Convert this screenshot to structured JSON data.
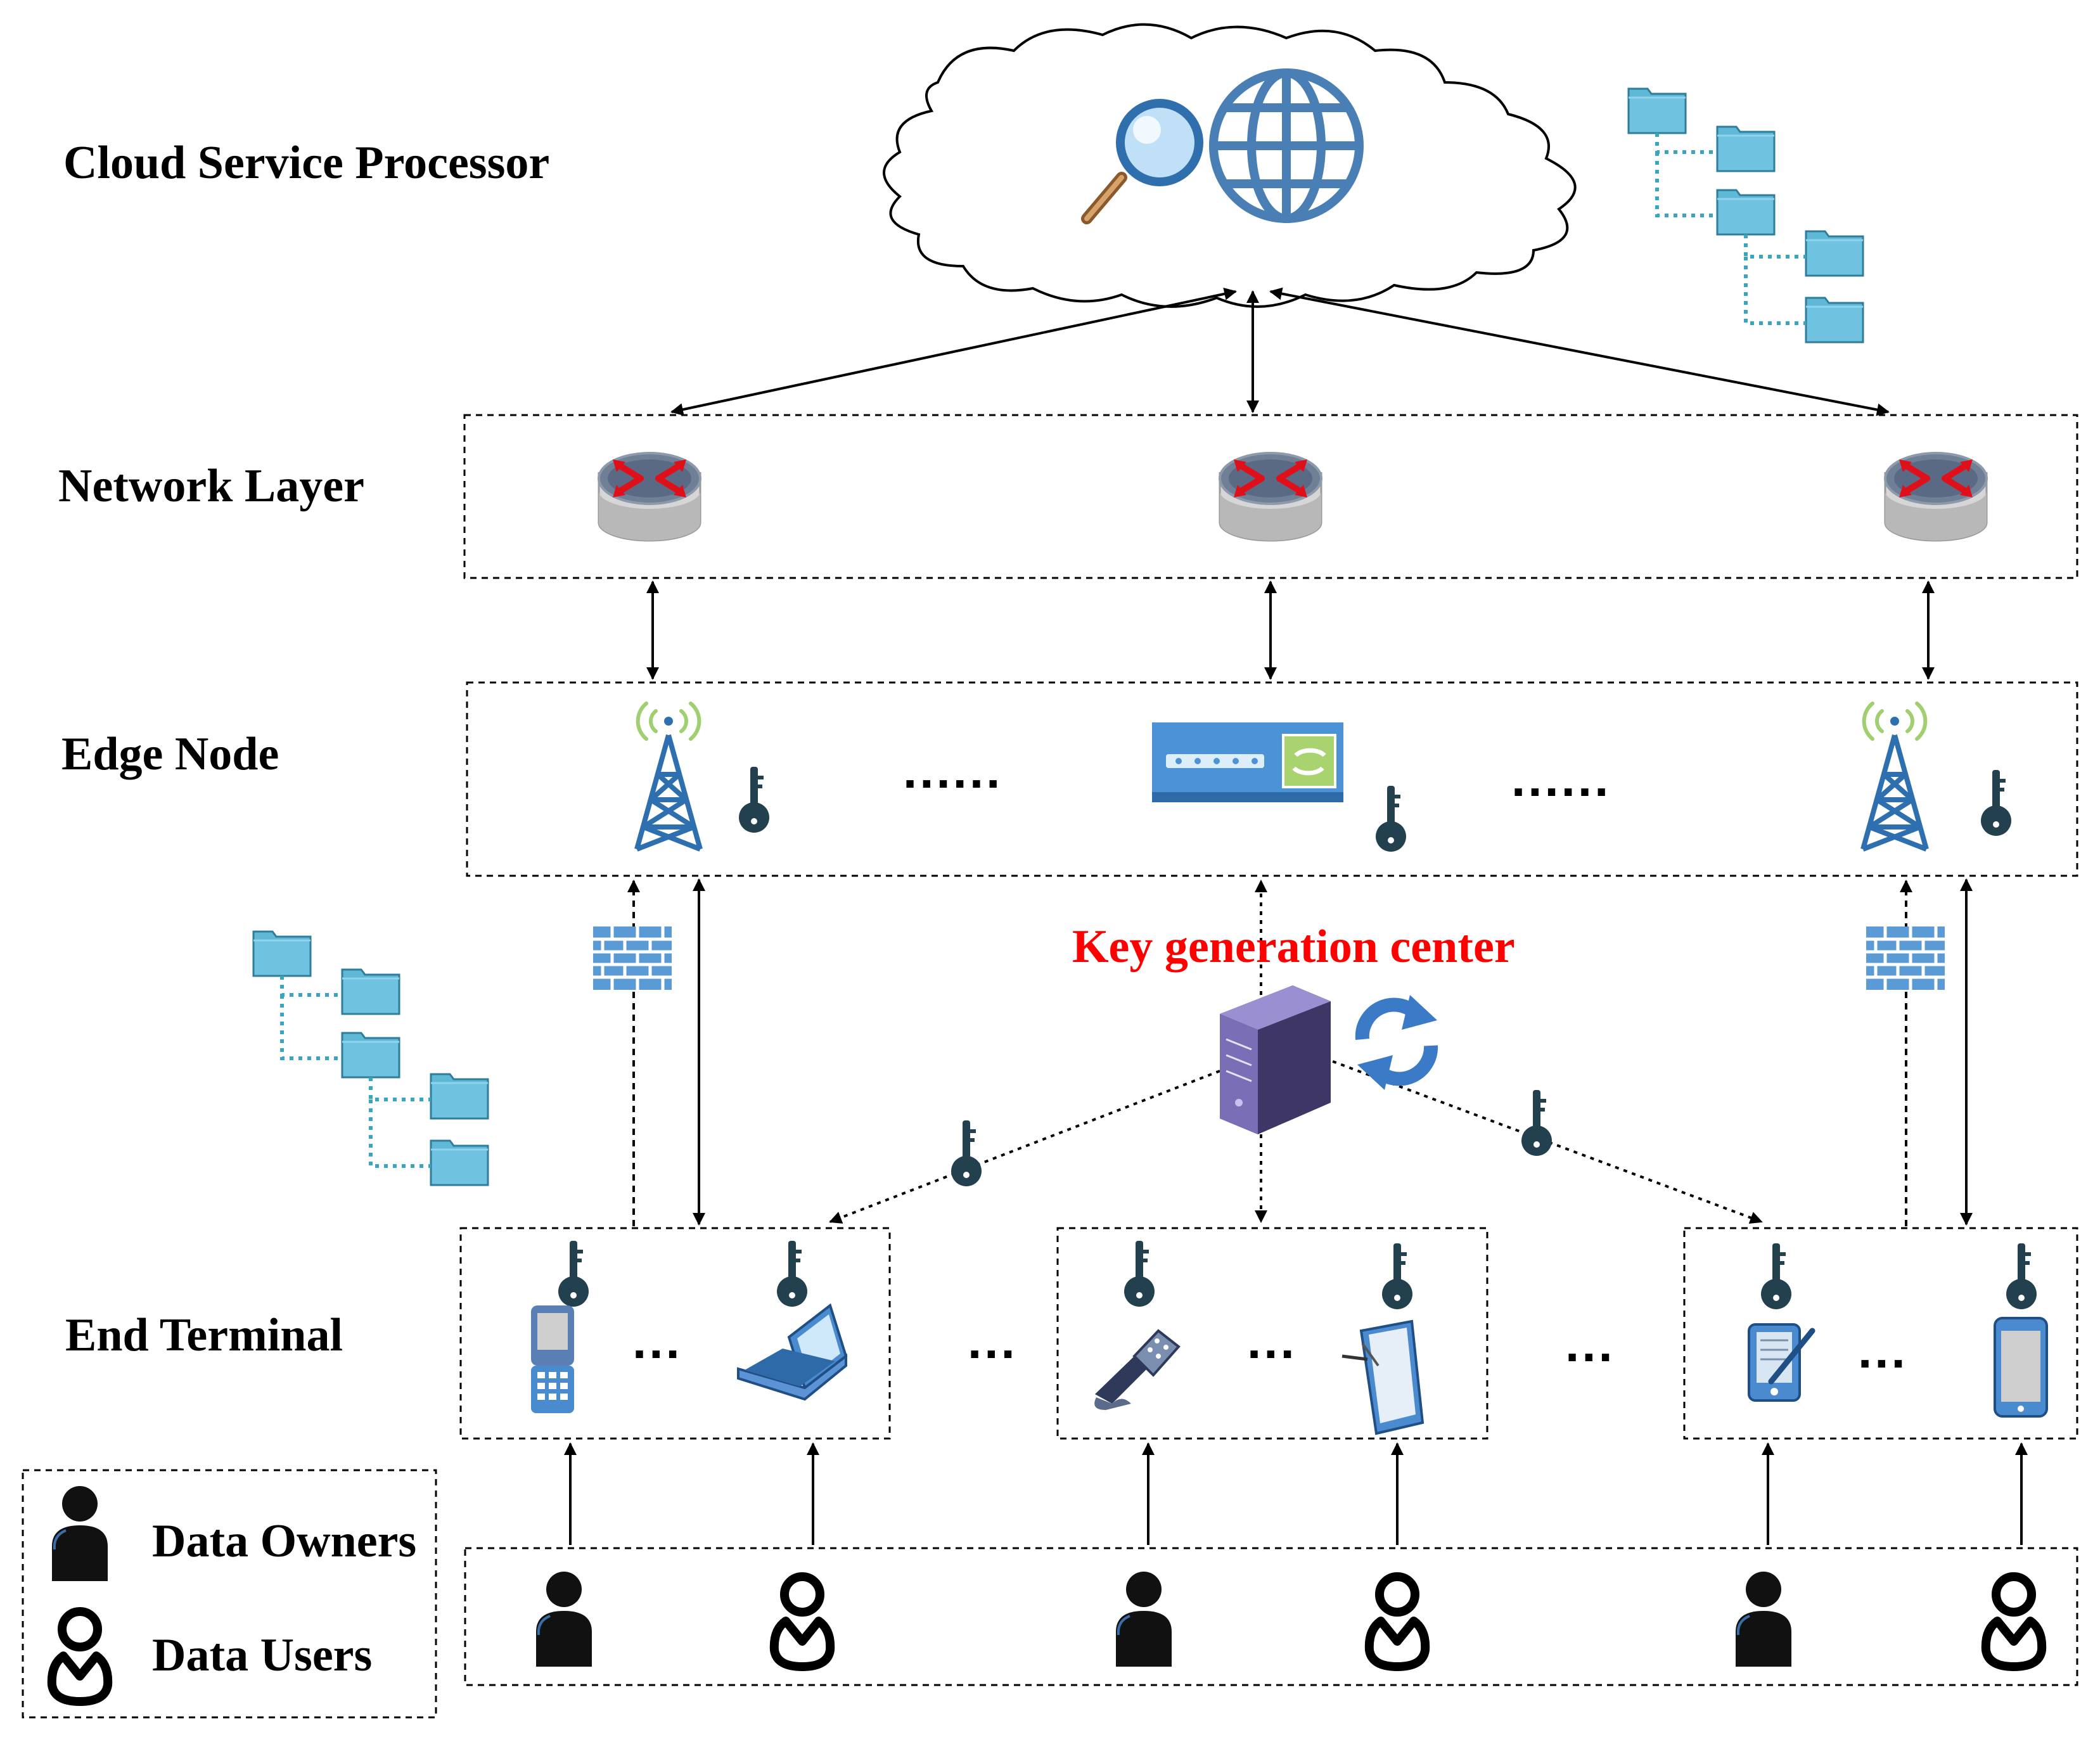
{
  "layers": {
    "cloud": "Cloud Service Processor",
    "network": "Network Layer",
    "edge": "Edge Node",
    "terminal": "End Terminal"
  },
  "key_generation_center": "Key generation center",
  "ellipsis": {
    "edge_long": "......",
    "short": "..."
  },
  "legend": {
    "owners": "Data Owners",
    "users": "Data Users"
  },
  "colors": {
    "kgc_title": "#ff0000",
    "folder": "#5fb8d6",
    "globe": "#4a7fb5",
    "tower": "#2e6fb0",
    "signal": "#9fcf6f",
    "key": "#23404f",
    "firewall": "#5b9bd5",
    "router_arrow": "#e0101a",
    "server": "#6b5f9e"
  },
  "icons": [
    "cloud-icon",
    "magnifier-icon",
    "globe-icon",
    "folder-tree-icon",
    "router-icon",
    "tower-icon",
    "key-icon",
    "switch-icon",
    "firewall-icon",
    "server-icon",
    "sync-icon",
    "phone-icon",
    "laptop-icon",
    "flip-phone-icon",
    "tablet-icon",
    "pda-icon",
    "smartphone-icon",
    "data-owner-icon",
    "data-user-icon"
  ]
}
